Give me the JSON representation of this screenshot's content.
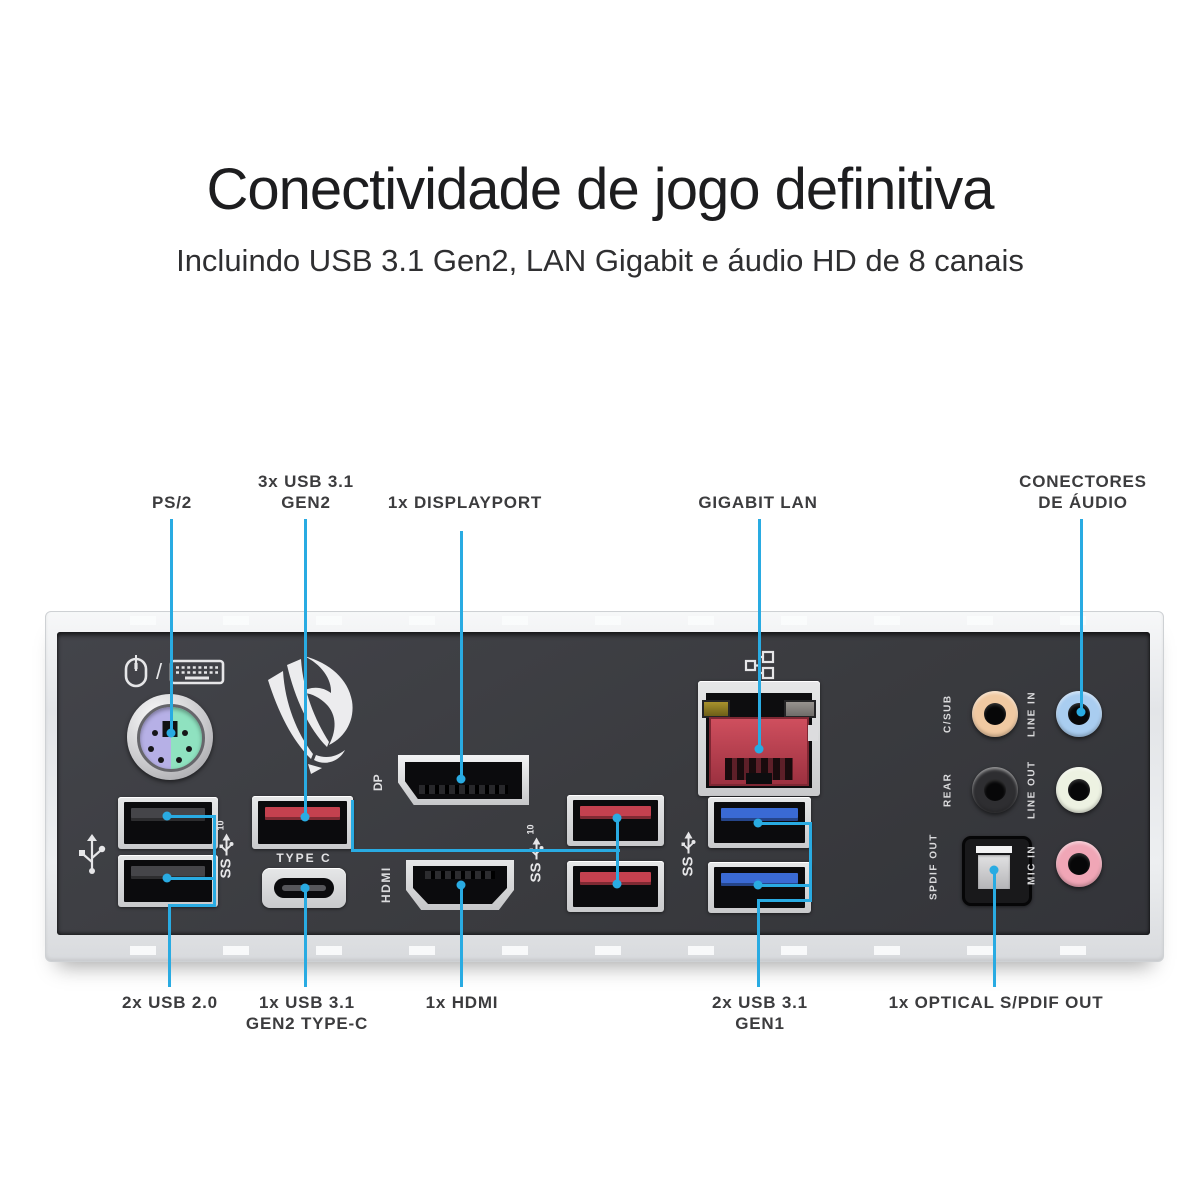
{
  "title": "Conectividade de jogo definitiva",
  "subtitle": "Incluindo USB 3.1 Gen2, LAN Gigabit e áudio HD de 8 canais",
  "callouts": {
    "ps2": {
      "label": "PS/2"
    },
    "usb31_gen2": {
      "line1": "3x USB 3.1",
      "line2": "GEN2"
    },
    "displayport": {
      "label": "1x DISPLAYPORT"
    },
    "gigabit_lan": {
      "label": "GIGABIT LAN"
    },
    "audio": {
      "line1": "CONECTORES",
      "line2": "DE ÁUDIO"
    },
    "usb20": {
      "label": "2x USB 2.0"
    },
    "typec": {
      "line1": "1x USB 3.1",
      "line2": "GEN2 TYPE-C"
    },
    "hdmi": {
      "label": "1x HDMI"
    },
    "usb31_gen1": {
      "line1": "2x USB 3.1",
      "line2": "GEN1"
    },
    "spdif": {
      "label": "1x OPTICAL S/PDIF OUT"
    }
  },
  "panel": {
    "type_c_label": "TYPE C",
    "hdmi_label": "HDMI",
    "dp_logo": "DP",
    "mouse_keyboard_separator": "/",
    "ss_text": "SS",
    "ss10_sup": "10",
    "jack_labels": {
      "csub": "C/SUB",
      "line_in": "LINE IN",
      "rear": "REAR",
      "line_out": "LINE OUT",
      "mic_in": "MIC IN",
      "spdif": "SPDIF OUT"
    }
  },
  "colors": {
    "callout": "#29abe2",
    "title": "#1d1d1f",
    "panel": "#3a3b3f",
    "usb2_tongue": "#454549",
    "gen2_tongue": "#c4414f",
    "gen1_tongue": "#3a6ad4",
    "lan": "#9c3140",
    "ps2_purple": "#b6b0e6",
    "ps2_green": "#8fe2c0",
    "jack_csub": "#f0c9a2",
    "jack_line_in": "#a9cdf0",
    "jack_rear": "#2e2e31",
    "jack_line_out": "#edf2e2",
    "jack_mic_in": "#f0a6b6"
  }
}
